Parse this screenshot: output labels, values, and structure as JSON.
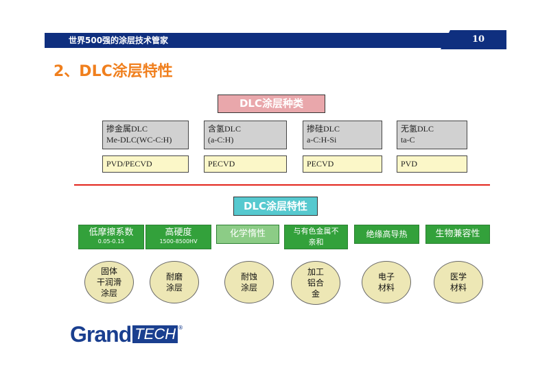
{
  "header": {
    "slogan": "世界500强的涂层技术管家",
    "page_number": "10"
  },
  "title": "2、DLC涂层特性",
  "types_section": {
    "label": "DLC涂层种类",
    "types": [
      {
        "line1": "掺金属DLC",
        "line2": "Me-DLC(WC-C:H)",
        "process": "PVD/PECVD"
      },
      {
        "line1": "含氢DLC",
        "line2": "(a-C:H)",
        "process": "PECVD"
      },
      {
        "line1": "掺硅DLC",
        "line2": "a-C:H-Si",
        "process": "PECVD"
      },
      {
        "line1": "无氢DLC",
        "line2": "ta-C",
        "process": "PVD"
      }
    ]
  },
  "properties_section": {
    "label": "DLC涂层特性",
    "properties": [
      {
        "label": "低摩擦系数",
        "sub": "0.05-0.15"
      },
      {
        "label": "高硬度",
        "sub": "1500-8500HV"
      },
      {
        "label": "化学惰性",
        "sub": ""
      },
      {
        "label": "与有色金属不\n亲和",
        "sub": ""
      },
      {
        "label": "绝缘高导热",
        "sub": ""
      },
      {
        "label": "生物兼容性",
        "sub": ""
      }
    ],
    "applications": [
      "固体\n干润滑\n涂层",
      "耐磨\n涂层",
      "耐蚀\n涂层",
      "加工\n铝合\n金",
      "电子\n材料",
      "医学\n材料"
    ]
  },
  "logo": {
    "grand": "Grand",
    "tech": "TECH",
    "reg": "®"
  },
  "colors": {
    "header_blue": "#0f2f7f",
    "title_orange": "#f07f1d",
    "types_label_pink": "#e9a7ab",
    "props_label_teal": "#56c9cf",
    "property_green": "#33a13b",
    "property_light_green": "#8ccc86",
    "circle_fill": "#ede7b5",
    "divider_red": "#e2231a"
  }
}
